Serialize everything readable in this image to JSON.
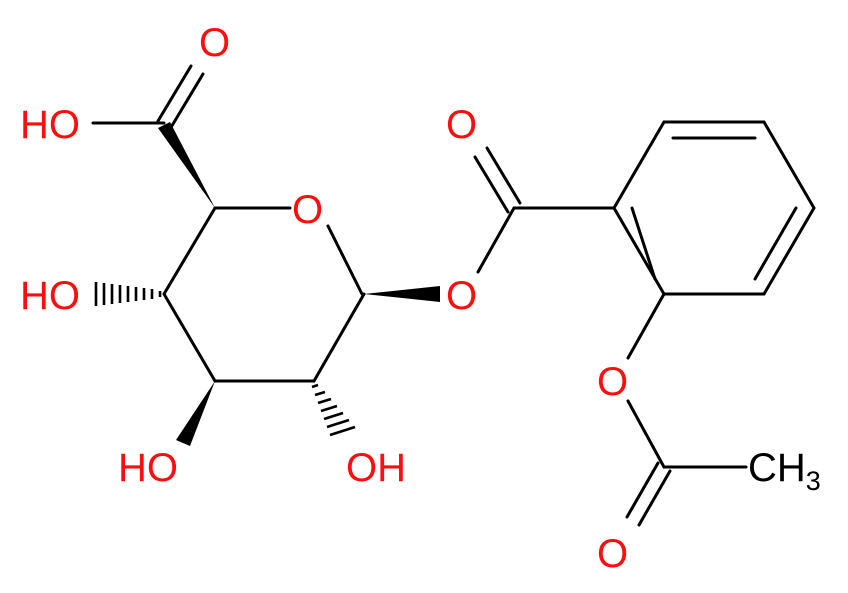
{
  "molecule": {
    "labels": {
      "carboxyl_oh": "HO",
      "carboxyl_o": "O",
      "ring_o": "O",
      "oh_c4": "HO",
      "oh_c3": "HO",
      "oh_c2": "OH",
      "ester_o": "O",
      "ester_carbonyl_o": "O",
      "acetoxy_o": "O",
      "acetyl_carbonyl_o": "O",
      "methyl_c": "CH",
      "methyl_sub": "3"
    },
    "colors": {
      "heteroatom": "#ff0d0d",
      "bond": "#000000",
      "carbon": "#000000"
    }
  }
}
